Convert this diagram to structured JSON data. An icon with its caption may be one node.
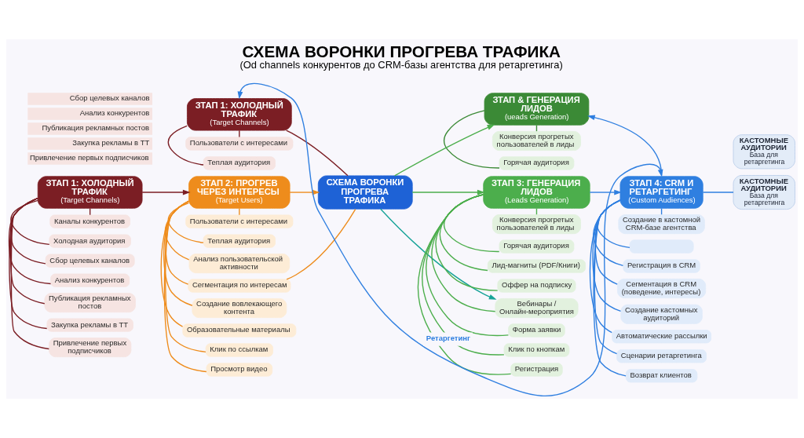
{
  "diagram": {
    "title": "СХЕМА ВОРОНКИ ПРОГРЕВА ТРАФИКА",
    "caption": "(Od channels конкурентов до CRM-базы агентства для ретаргетинга)",
    "nodes": [
      {
        "text": [
          "ЗТАП 1: ХОЛОДНЫЙ ТРАФИК",
          "(Target Channels)"
        ],
        "beside": [
          "Сбор целевых каналов",
          "Анализ конкурентов",
          "Публикация рекламных постов",
          "Закупка рекламы в ТТ",
          "Привлечение первых подписчиков"
        ]
      },
      {
        "text": [
          "Пользователи с интересами"
        ]
      },
      {
        "text": [
          "Теплая аудитория"
        ]
      },
      {
        "text": [
          "ЗТАП & ГЕНЕРАЦИЯ ЛИДОВ",
          "(ueads Generation)"
        ]
      },
      {
        "text": [
          "Конверсия прогретых пользователей в лиды"
        ]
      },
      {
        "text": [
          "Горячая аудитория"
        ]
      },
      {
        "text": [
          "КАСТОМНЫЕ АУДИТОРИИ",
          "База для ретаргетинга"
        ]
      },
      {
        "text": [
          "ЗТАП 1: ХОЛОДНЫЙ ТРАФИК",
          "(Target Channels)"
        ]
      },
      {
        "text": [
          "Каналы конкурентов"
        ]
      },
      {
        "text": [
          "Холодная аудитория"
        ]
      },
      {
        "text": [
          "Сбор целевых каналов"
        ]
      },
      {
        "text": [
          "Анализ конкурентов"
        ]
      },
      {
        "text": [
          "Публикация рекламных постов"
        ]
      },
      {
        "text": [
          "Закупка рекламы в ТТ"
        ]
      },
      {
        "text": [
          "Привлечение первых подписчиков"
        ]
      },
      {
        "text": [
          "ЗТАП 2: ПРОГРЕВ ЧЕРЕЗ ИНТЕРЕСЫ",
          "(Target Users)"
        ]
      },
      {
        "text": [
          "Пользователи с интересами"
        ]
      },
      {
        "text": [
          "Теплая аудитория"
        ]
      },
      {
        "text": [
          "Анализ пользовательской активности"
        ]
      },
      {
        "text": [
          "Сегментация по интересам"
        ]
      },
      {
        "text": [
          "Создание вовлекающего контента"
        ]
      },
      {
        "text": [
          "Образовательные материалы"
        ]
      },
      {
        "text": [
          "Клик по ссылкам"
        ]
      },
      {
        "text": [
          "Просмотр видео"
        ]
      },
      {
        "text": [
          "СХЕМА ВОРОНКИ ПРОГРЕВА ТРАФИКА"
        ]
      },
      {
        "text": [
          "ЗТАП 3: ГЕНЕРАЦИЯ ЛИДОВ",
          "(Leads Generation)"
        ]
      },
      {
        "text": [
          "Конверсия прогретых пользователей в лиды"
        ]
      },
      {
        "text": [
          "Горячая аудитория"
        ]
      },
      {
        "text": [
          "Лид-магниты (PDF/Книги)"
        ]
      },
      {
        "text": [
          "Оффер на подписку"
        ]
      },
      {
        "text": [
          "Вебинары / Онлайн-мероприятия"
        ]
      },
      {
        "text": [
          "Форма заявки"
        ]
      },
      {
        "text": [
          "Клик по кнопкам"
        ]
      },
      {
        "text": [
          "Регистрация"
        ]
      },
      {
        "text": [
          "ЗТАП 4: CRM И РЕТАРГЕТИНГ",
          "(Custom Audiences)"
        ]
      },
      {
        "text": [
          "Создание в кастомной CRM-базе агентства"
        ]
      },
      {
        "text": [],
        "shape": "box"
      },
      {
        "text": [
          "Регистрация в CRM"
        ]
      },
      {
        "text": [
          "Сегментация в CRM (поведение, интересы)"
        ]
      },
      {
        "text": [
          "Создание кастомных аудиторий"
        ]
      },
      {
        "text": [
          "Автоматические рассылки"
        ]
      },
      {
        "text": [
          "Сценарии ретаргетинга"
        ]
      },
      {
        "text": [
          "Возврат клиентов"
        ]
      },
      {
        "text": [
          "КАСТОМНЫЕ АУДИТОРИИ",
          "База для ретаргетинга"
        ]
      }
    ],
    "edges": [
      {
        "from": 7,
        "to": 15,
        "arrow": "to",
        "color": "#7b1e24"
      },
      {
        "from": 0,
        "to": 24,
        "arrow": "none",
        "color": "#7b1e24"
      },
      {
        "from": 15,
        "to": 24,
        "arrow": "to",
        "color": "#ee8c1c"
      },
      {
        "from": 24,
        "to": 3,
        "arrow": "to",
        "color": "#4cae4c"
      },
      {
        "from": 24,
        "to": 25,
        "arrow": "to",
        "color": "#4cae4c"
      },
      {
        "from": 24,
        "to": 30,
        "arrow": "to",
        "color": "#17a398"
      },
      {
        "from": 24,
        "to": 19,
        "arrow": "none",
        "color": "#ee8c1c"
      },
      {
        "from": 25,
        "to": 34,
        "arrow": "to",
        "color": "#2f7fe0"
      },
      {
        "from": 34,
        "to": 3,
        "arrow": "to",
        "color": "#2f7fe0"
      },
      {
        "from": 34,
        "to": 0,
        "arrow": "both",
        "label": "Ретаргетинг",
        "color": "#2f7fe0"
      },
      {
        "from": 34,
        "to": 43,
        "arrow": "none",
        "color": "#2f7fe0"
      },
      {
        "from": 0,
        "to": 1,
        "arrow": "none",
        "color": "#7b1e24"
      },
      {
        "from": 0,
        "to": 2,
        "arrow": "none",
        "color": "#7b1e24"
      },
      {
        "from": 3,
        "to": 4,
        "arrow": "none",
        "color": "#3b8a36"
      },
      {
        "from": 3,
        "to": 5,
        "arrow": "none",
        "color": "#3b8a36"
      },
      {
        "from": 7,
        "to": 8,
        "arrow": "none",
        "color": "#7b1e24"
      },
      {
        "from": 7,
        "to": 9,
        "arrow": "none",
        "color": "#7b1e24"
      },
      {
        "from": 7,
        "to": 10,
        "arrow": "none",
        "color": "#7b1e24"
      },
      {
        "from": 7,
        "to": 11,
        "arrow": "none",
        "color": "#7b1e24"
      },
      {
        "from": 7,
        "to": 12,
        "arrow": "none",
        "color": "#7b1e24"
      },
      {
        "from": 7,
        "to": 13,
        "arrow": "none",
        "color": "#7b1e24"
      },
      {
        "from": 7,
        "to": 14,
        "arrow": "none",
        "color": "#7b1e24"
      },
      {
        "from": 15,
        "to": 16,
        "arrow": "none",
        "color": "#ee8c1c"
      },
      {
        "from": 15,
        "to": 17,
        "arrow": "none",
        "color": "#ee8c1c"
      },
      {
        "from": 15,
        "to": 18,
        "arrow": "none",
        "color": "#ee8c1c"
      },
      {
        "from": 15,
        "to": 19,
        "arrow": "none",
        "color": "#ee8c1c"
      },
      {
        "from": 15,
        "to": 20,
        "arrow": "none",
        "color": "#ee8c1c"
      },
      {
        "from": 15,
        "to": 21,
        "arrow": "none",
        "color": "#ee8c1c"
      },
      {
        "from": 15,
        "to": 22,
        "arrow": "none",
        "color": "#ee8c1c"
      },
      {
        "from": 15,
        "to": 23,
        "arrow": "none",
        "color": "#ee8c1c"
      },
      {
        "from": 25,
        "to": 26,
        "arrow": "none",
        "color": "#4cae4c"
      },
      {
        "from": 25,
        "to": 27,
        "arrow": "none",
        "color": "#4cae4c"
      },
      {
        "from": 25,
        "to": 28,
        "arrow": "none",
        "color": "#4cae4c"
      },
      {
        "from": 25,
        "to": 29,
        "arrow": "none",
        "color": "#4cae4c"
      },
      {
        "from": 25,
        "to": 30,
        "arrow": "none",
        "color": "#4cae4c"
      },
      {
        "from": 25,
        "to": 31,
        "arrow": "none",
        "color": "#4cae4c"
      },
      {
        "from": 25,
        "to": 32,
        "arrow": "none",
        "color": "#4cae4c"
      },
      {
        "from": 25,
        "to": 33,
        "arrow": "none",
        "color": "#4cae4c"
      },
      {
        "from": 34,
        "to": 35,
        "arrow": "none",
        "color": "#2f7fe0"
      },
      {
        "from": 34,
        "to": 36,
        "arrow": "none",
        "color": "#2f7fe0"
      },
      {
        "from": 34,
        "to": 37,
        "arrow": "none",
        "color": "#2f7fe0"
      },
      {
        "from": 34,
        "to": 38,
        "arrow": "none",
        "color": "#2f7fe0"
      },
      {
        "from": 34,
        "to": 39,
        "arrow": "none",
        "color": "#2f7fe0"
      },
      {
        "from": 34,
        "to": 40,
        "arrow": "none",
        "color": "#2f7fe0"
      },
      {
        "from": 34,
        "to": 41,
        "arrow": "none",
        "color": "#2f7fe0"
      },
      {
        "from": 34,
        "to": 42,
        "arrow": "none",
        "color": "#2f7fe0"
      }
    ]
  }
}
